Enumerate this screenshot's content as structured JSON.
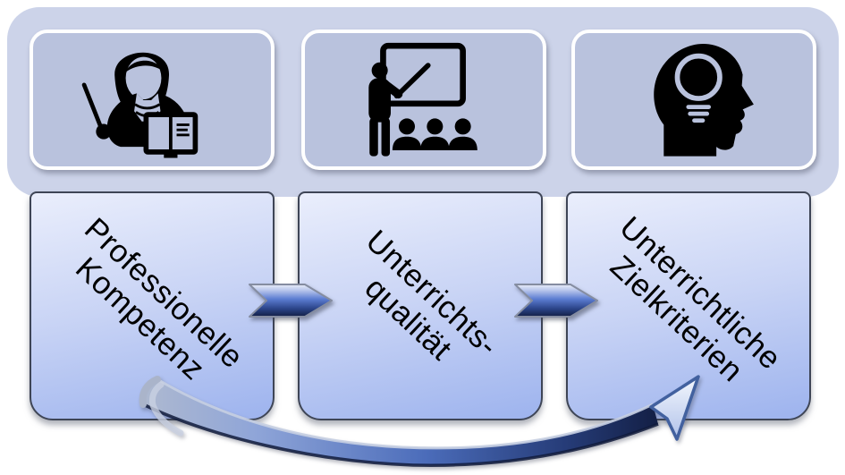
{
  "diagram": {
    "icon_strip": {
      "cards": [
        {
          "icon": "teacher-with-pointer-and-book"
        },
        {
          "icon": "presenter-at-whiteboard-with-audience"
        },
        {
          "icon": "head-with-lightbulb"
        }
      ]
    },
    "flow_boxes": [
      {
        "line1": "Professionelle",
        "line2": "Kompetenz"
      },
      {
        "line1": "Unterrichts-",
        "line2": "qualität"
      },
      {
        "line1": "Unterrichtliche",
        "line2": "Zielkriterien"
      }
    ],
    "connectors": [
      {
        "type": "chevron-arrow",
        "from": "Professionelle Kompetenz",
        "to": "Unterrichtsqualität"
      },
      {
        "type": "chevron-arrow",
        "from": "Unterrichtsqualität",
        "to": "Unterrichtliche Zielkriterien"
      },
      {
        "type": "curved-arrow",
        "from": "Professionelle Kompetenz",
        "to": "Unterrichtliche Zielkriterien"
      }
    ],
    "colors": {
      "strip_background": "#ccd3e9",
      "icon_card_background": "#b9c2dd",
      "icon_card_border": "#ffffff",
      "box_gradient_top": "#eaeefc",
      "box_gradient_bottom": "#9db3ee",
      "box_border": "#3e4556",
      "arrow_light": "#e9edf8",
      "arrow_mid": "#5c7dd2",
      "arrow_dark": "#131f45",
      "text": "#000000"
    }
  }
}
